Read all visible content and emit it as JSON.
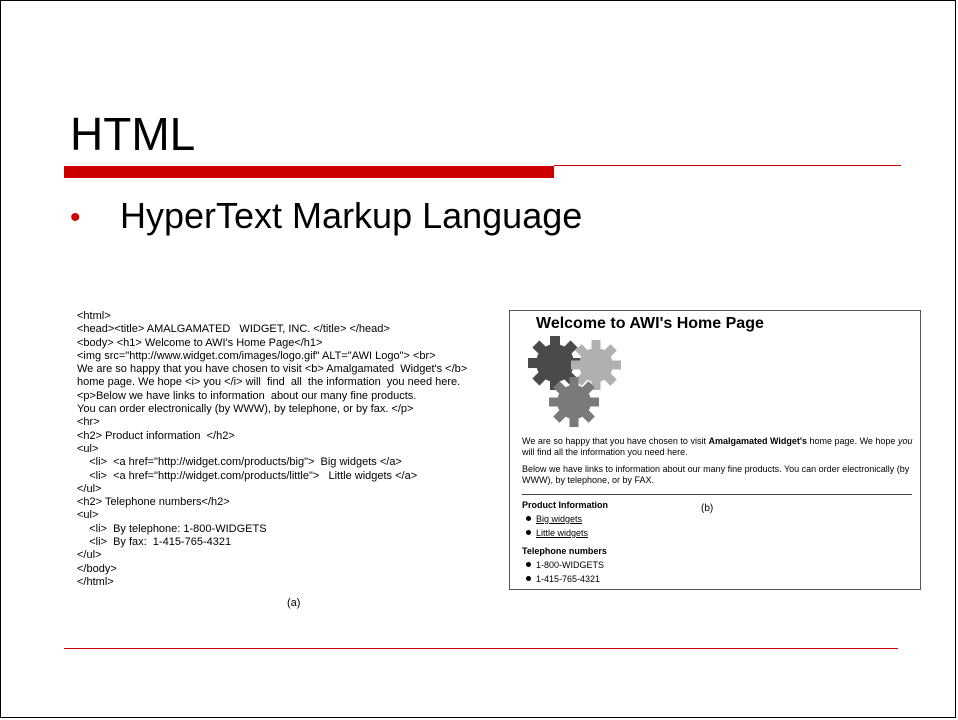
{
  "slide": {
    "title": "HTML",
    "bullet": "HyperText Markup Language"
  },
  "code": {
    "lines": [
      "<html>",
      "<head><title> AMALGAMATED   WIDGET, INC. </title> </head>",
      "<body> <h1> Welcome to AWI's Home Page</h1>",
      "<img src=\"http://www.widget.com/images/logo.gif\" ALT=\"AWI Logo\"> <br>",
      "We are so happy that you have chosen to visit <b> Amalgamated  Widget's </b>",
      "home page. We hope <i> you </i> will  find  all  the information  you need here.",
      "<p>Below we have links to information  about our many fine products.",
      "You can order electronically (by WWW), by telephone, or by fax. </p>",
      "<hr>",
      "<h2> Product information  </h2>",
      "<ul>",
      "    <li>  <a href=\"http://widget.com/products/big\">  Big widgets </a>",
      "    <li>  <a href=\"http://widget.com/products/little\">   Little widgets </a>",
      "</ul>",
      "<h2> Telephone numbers</h2>",
      "<ul>",
      "    <li>  By telephone: 1-800-WIDGETS",
      "    <li>  By fax:  1-415-765-4321",
      "</ul>",
      "</body>",
      "</html>"
    ],
    "caption": "(a)"
  },
  "browser": {
    "heading": "Welcome to AWI's Home Page",
    "para1_before": "We are so happy that you have chosen to visit ",
    "para1_bold": "Amalgamated Widget's",
    "para1_mid": " home page. We hope ",
    "para1_italic": "you",
    "para1_after": " will find all the information you need here.",
    "para2": "Below  we have links to information about our many fine products. You can order electronically (by WWW), by telephone, or by FAX.",
    "product_heading": "Product Information",
    "product_items": [
      "Big widgets",
      "Little widgets"
    ],
    "phone_heading": "Telephone numbers",
    "phone_items": [
      "1-800-WIDGETS",
      "1-415-765-4321"
    ],
    "caption": "(b)"
  },
  "colors": {
    "accent": "#cc0000",
    "gear_dark": "#4a4a4a",
    "gear_light": "#b0b0b0",
    "gear_mid": "#7a7a7a"
  }
}
